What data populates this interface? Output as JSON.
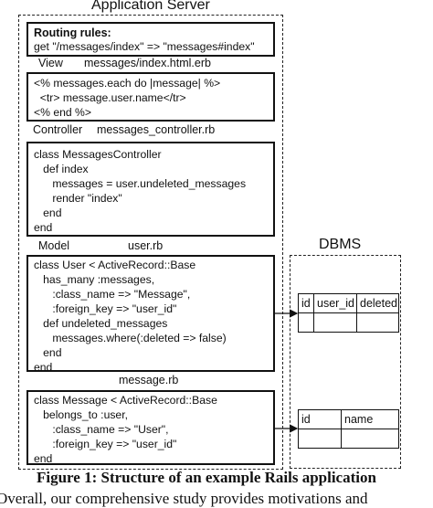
{
  "app_server": {
    "title": "Application Server",
    "routing": {
      "heading": "Routing rules:",
      "rule": "get \"/messages/index\" => \"messages#index\""
    },
    "view": {
      "label": "View",
      "file": "messages/index.html.erb",
      "code": "<% messages.each do |message| %>\n  <tr> message.user.name</tr>\n<% end %>"
    },
    "controller": {
      "label": "Controller",
      "file": "messages_controller.rb",
      "code": "class MessagesController\n   def index\n      messages = user.undeleted_messages\n      render \"index\"\n   end\nend"
    },
    "model": {
      "label": "Model",
      "file": "user.rb",
      "code": "class User < ActiveRecord::Base\n   has_many :messages,\n      :class_name => \"Message\",\n      :foreign_key => \"user_id\"\n   def undeleted_messages\n      messages.where(:deleted => false)\n   end\nend"
    },
    "message_model": {
      "file": "message.rb",
      "code": "class Message < ActiveRecord::Base\n   belongs_to :user,\n      :class_name => \"User\",\n      :foreign_key => \"user_id\"\nend"
    }
  },
  "dbms": {
    "title": "DBMS",
    "messages_table": {
      "columns": [
        "id",
        "user_id",
        "deleted"
      ]
    },
    "users_table": {
      "columns": [
        "id",
        "name"
      ]
    }
  },
  "caption": "Figure 1: Structure of an example Rails application",
  "body_text": "Overall, our comprehensive study provides motivations and"
}
